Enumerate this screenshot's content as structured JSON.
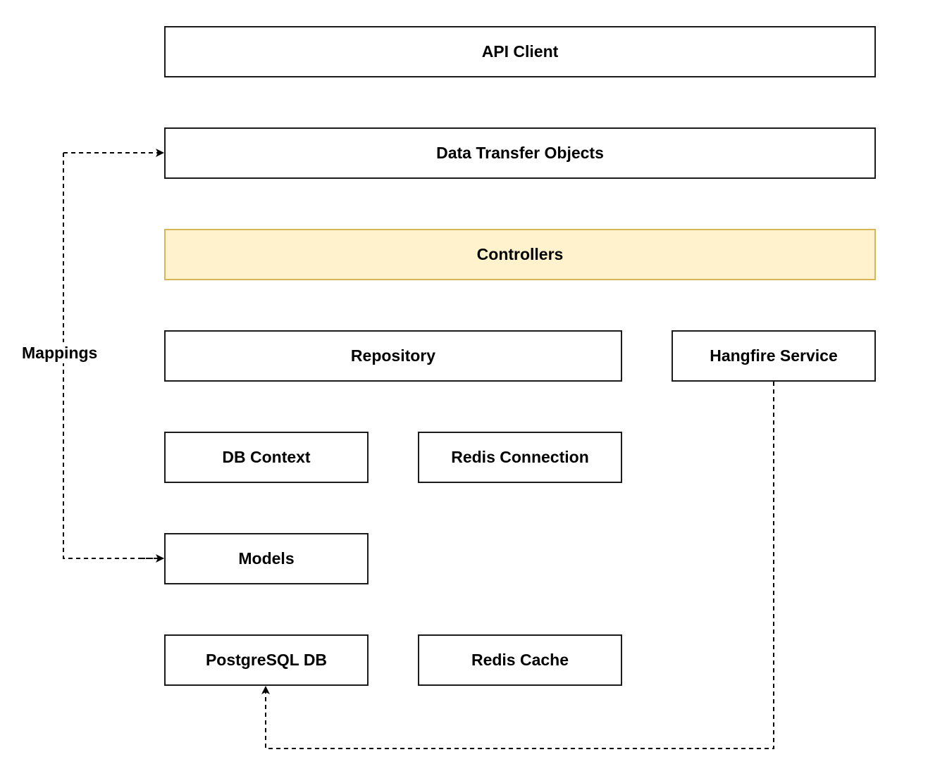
{
  "diagram": {
    "nodes": {
      "api_client": "API Client",
      "dto": "Data Transfer Objects",
      "controllers": "Controllers",
      "repository": "Repository",
      "hangfire": "Hangfire Service",
      "db_context": "DB Context",
      "redis_connection": "Redis Connection",
      "models": "Models",
      "postgresql": "PostgreSQL DB",
      "redis_cache": "Redis Cache"
    },
    "edges": {
      "mappings": {
        "label": "Mappings",
        "from": "Models",
        "to": "Data Transfer Objects",
        "style": "dashed",
        "arrows": "both"
      },
      "hangfire_to_db": {
        "label": "",
        "from": "Hangfire Service",
        "to": "PostgreSQL DB",
        "style": "dashed",
        "arrows": "end"
      }
    },
    "colors": {
      "highlight_fill": "#fff2cc",
      "highlight_stroke": "#d6b656",
      "stroke": "#1a1a1a"
    }
  }
}
